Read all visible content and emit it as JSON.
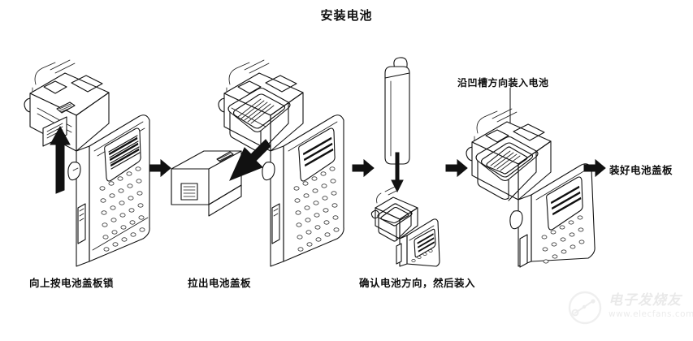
{
  "page": {
    "title": "安装电池",
    "background_color": "#ffffff",
    "ink_color": "#111111"
  },
  "steps": [
    {
      "id": "step-1",
      "caption": "向上按电池盖板锁",
      "device": "handheld-radio",
      "action_arrow": "up",
      "arrow_color": "#111111"
    },
    {
      "id": "step-2",
      "caption": "拉出电池盖板",
      "device": "handheld-radio-open",
      "detached_part": "battery-cover-plate",
      "action_arrow": "down-left",
      "arrow_color": "#111111"
    },
    {
      "id": "step-3",
      "caption": "确认电池方向，然后装入",
      "device": "handheld-radio-open",
      "detached_part": "battery-pack",
      "action_arrow": "down",
      "arrow_color": "#111111"
    },
    {
      "id": "step-4",
      "caption": "",
      "device": "handheld-radio-open",
      "annotation": "沿凹槽方向装入电池",
      "leader_line": true
    }
  ],
  "flow_arrows": [
    {
      "id": "flow-1",
      "direction": "right"
    },
    {
      "id": "flow-2",
      "direction": "right"
    },
    {
      "id": "flow-3",
      "direction": "right"
    },
    {
      "id": "flow-4",
      "direction": "right"
    }
  ],
  "result_label": "装好电池盖板",
  "watermark": {
    "brand": "电子发烧友",
    "url": "www.elecfans.com",
    "color": "#dcdcdc"
  }
}
